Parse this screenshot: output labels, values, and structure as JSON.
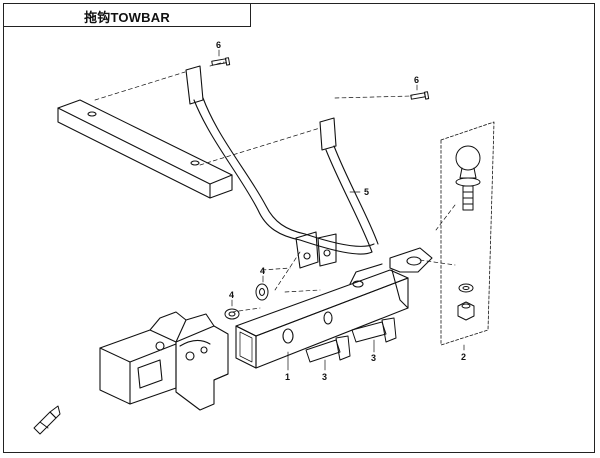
{
  "header": {
    "title": "拖钩TOWBAR"
  },
  "callouts": [
    {
      "id": "c1",
      "label": "1"
    },
    {
      "id": "c2",
      "label": "2"
    },
    {
      "id": "c3a",
      "label": "3"
    },
    {
      "id": "c3b",
      "label": "3"
    },
    {
      "id": "c4a",
      "label": "4"
    },
    {
      "id": "c4b",
      "label": "4"
    },
    {
      "id": "c5",
      "label": "5"
    },
    {
      "id": "c6a",
      "label": "6"
    },
    {
      "id": "c6b",
      "label": "6"
    }
  ],
  "colors": {
    "line": "#111111",
    "fill": "#ffffff"
  },
  "icons": {
    "corner": "front-direction-icon"
  }
}
